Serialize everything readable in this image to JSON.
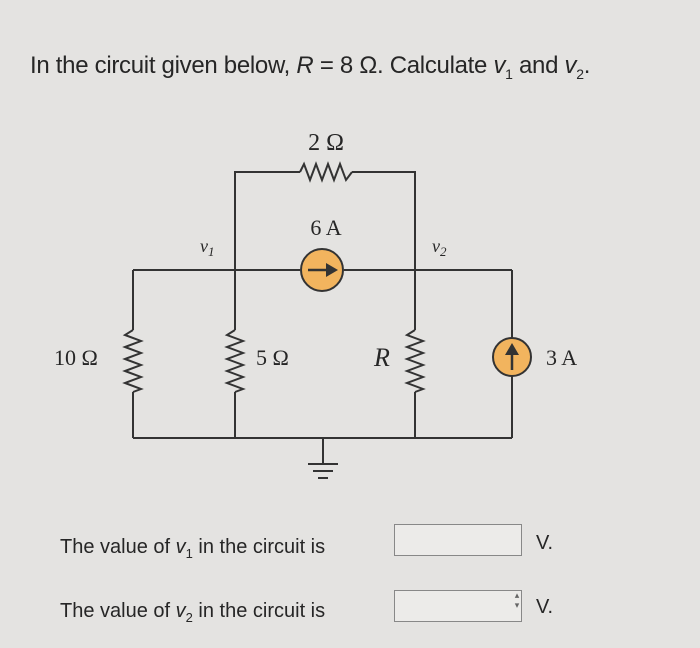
{
  "question": {
    "prefix": "In the circuit given below, ",
    "r_symbol": "R",
    "r_equals": " = 8 Ω. Calculate ",
    "v1_symbol": "v",
    "v1_sub": "1",
    "and_text": " and ",
    "v2_symbol": "v",
    "v2_sub": "2",
    "suffix": "."
  },
  "circuit": {
    "r_top": "2 Ω",
    "current_top": "6 A",
    "node_v1": "v",
    "node_v1_sub": "1",
    "node_v2": "v",
    "node_v2_sub": "2",
    "r_left": "10 Ω",
    "r_mid": "5 Ω",
    "r_right": "R",
    "current_right": "3 A"
  },
  "answers": [
    {
      "label_pre": "The value of ",
      "var": "v",
      "sub": "1",
      "label_post": " in the circuit is",
      "value": "",
      "unit": "V."
    },
    {
      "label_pre": "The value of ",
      "var": "v",
      "sub": "2",
      "label_post": " in the circuit is",
      "value": "",
      "unit": "V."
    }
  ],
  "colors": {
    "source_fill": "#f2b45e",
    "wire": "#333333",
    "background": "#e4e3e1"
  }
}
